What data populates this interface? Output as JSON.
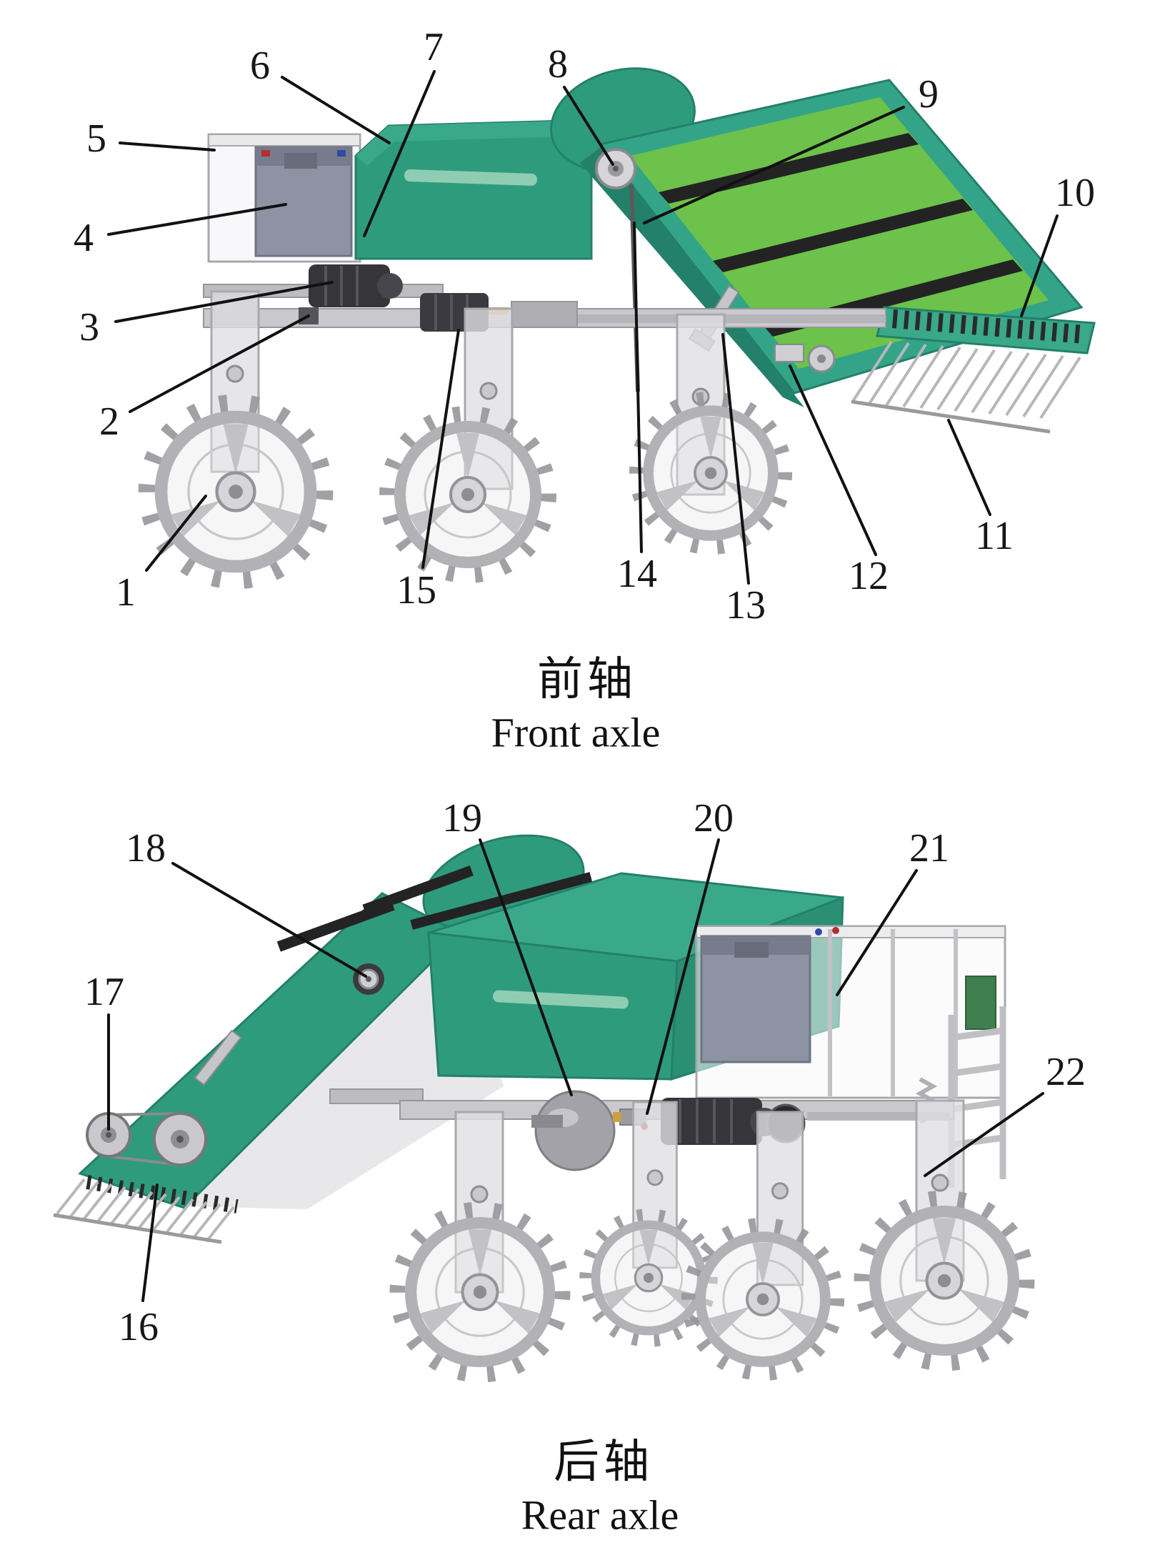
{
  "colors": {
    "machine_green": "#2f9b7d",
    "machine_green_dark": "#23806a",
    "belt_green": "#6cc24a",
    "machine_gray": "#c9c9cd",
    "dark_part": "#35353a",
    "label_color": "#171717"
  },
  "front_axle": {
    "caption_zh": "前轴",
    "caption_en": "Front axle",
    "labels": {
      "n1": "1",
      "n2": "2",
      "n3": "3",
      "n4": "4",
      "n5": "5",
      "n6": "6",
      "n7": "7",
      "n8": "8",
      "n9": "9",
      "n10": "10",
      "n11": "11",
      "n12": "12",
      "n13": "13",
      "n14": "14",
      "n15": "15"
    }
  },
  "rear_axle": {
    "caption_zh": "后轴",
    "caption_en": "Rear axle",
    "labels": {
      "n16": "16",
      "n17": "17",
      "n18": "18",
      "n19": "19",
      "n20": "20",
      "n21": "21",
      "n22": "22"
    }
  }
}
